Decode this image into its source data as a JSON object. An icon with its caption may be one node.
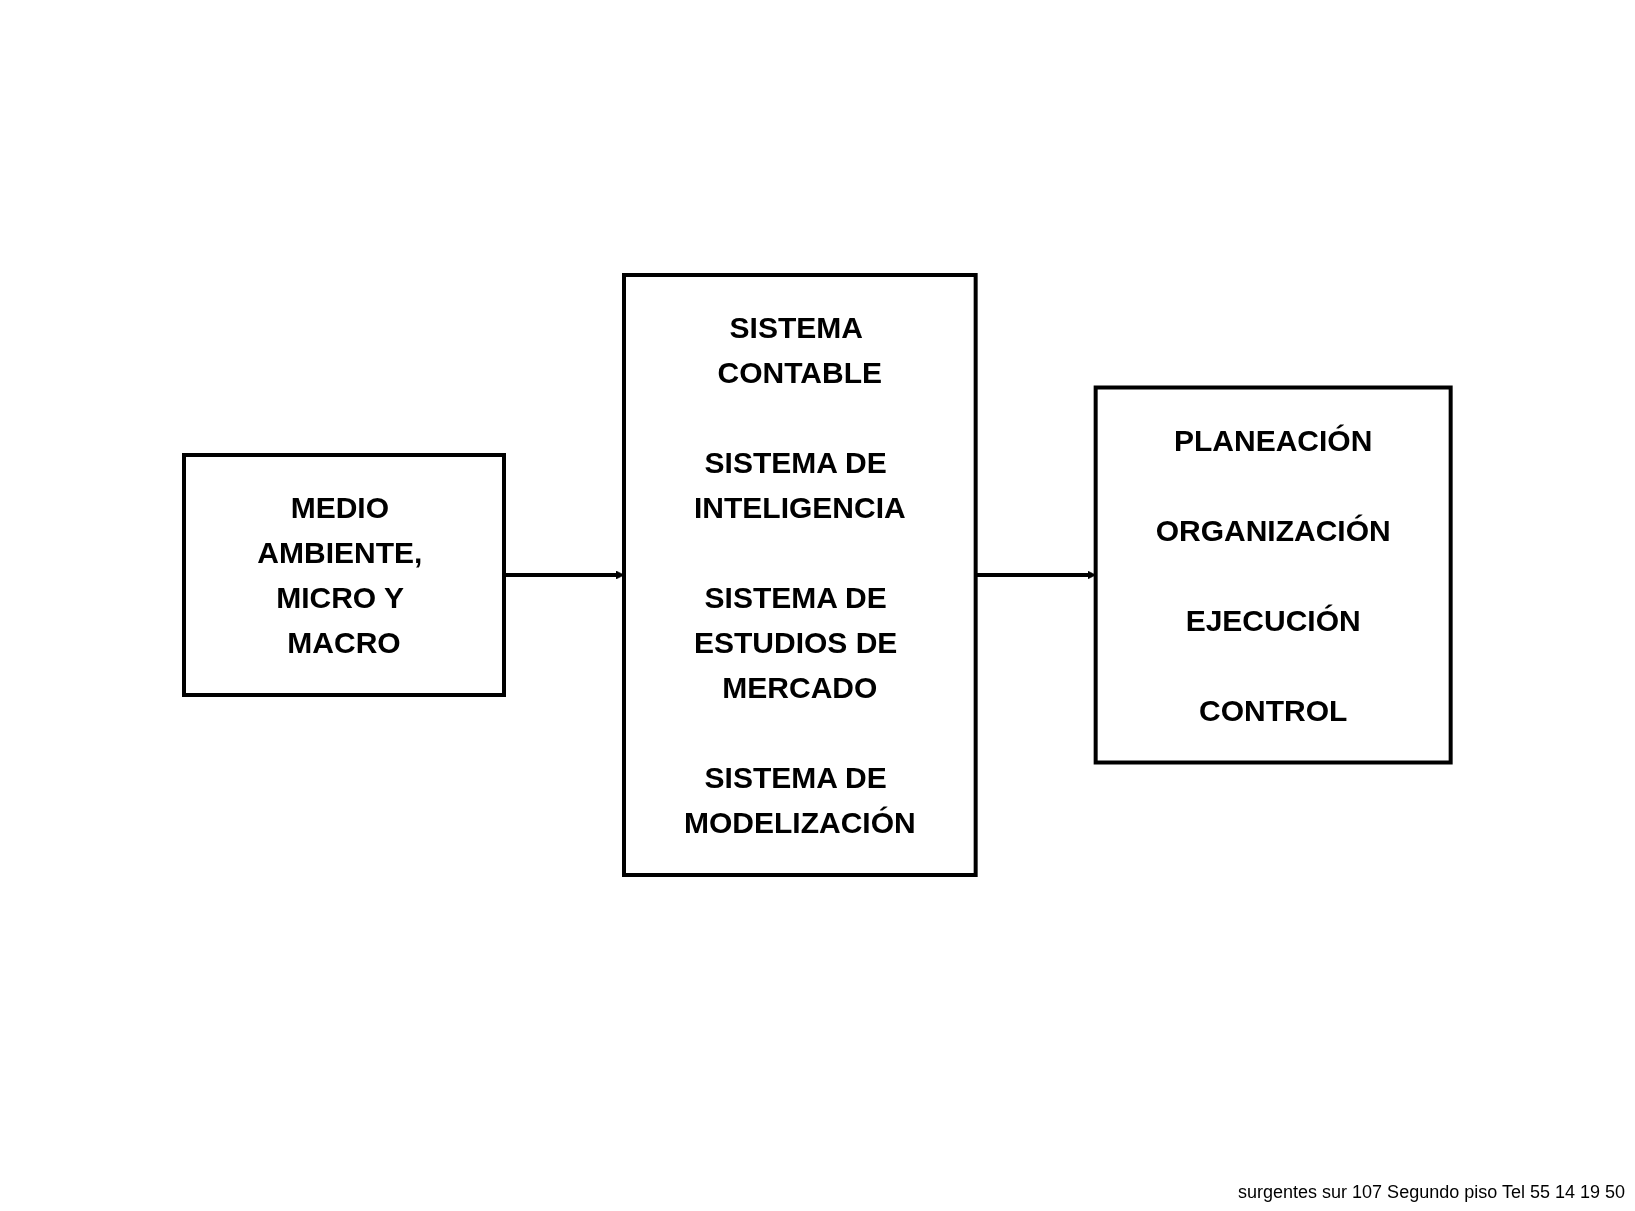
{
  "diagram": {
    "nodes": [
      {
        "text": [
          "MEDIO AMBIENTE, MICRO Y MACRO"
        ]
      },
      {
        "text": [
          "SISTEMA CONTABLE",
          "SISTEMA DE INTELIGENCIA",
          "SISTEMA DE ESTUDIOS DE MERCADO",
          "SISTEMA DE MODELIZACIÓN"
        ]
      },
      {
        "text": [
          "PLANEACIÓN",
          "ORGANIZACIÓN",
          "EJECUCIÓN",
          "CONTROL"
        ]
      }
    ],
    "edges": [
      {
        "from": 0,
        "to": 1,
        "arrow": "to"
      },
      {
        "from": 1,
        "to": 2,
        "arrow": "to"
      }
    ],
    "labels": [
      "surgentes sur 107 Segundo piso Tel 55 14 19 50"
    ]
  }
}
